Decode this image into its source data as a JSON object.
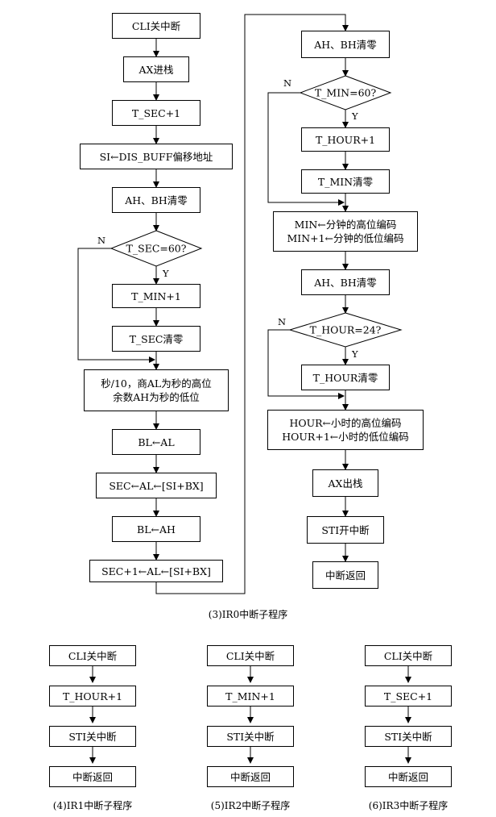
{
  "main": {
    "caption": "(3)IR0中断子程序",
    "left": {
      "cli": "CLI关中断",
      "ax_push": "AX进栈",
      "tsec_inc": "T_SEC+1",
      "si_load": "SI←DIS_BUFF偏移地址",
      "clear1": "AH、BH清零",
      "dec_sec": "T_SEC=60?",
      "tmin_inc": "T_MIN+1",
      "tsec_clear": "T_SEC清零",
      "div_line1": "秒/10，商AL为秒的高位",
      "div_line2": "余数AH为秒的低位",
      "bl_al": "BL←AL",
      "sec_store": "SEC←AL←[SI+BX]",
      "bl_ah": "BL←AH",
      "sec1_store": "SEC+1←AL←[SI+BX]"
    },
    "right": {
      "clear2": "AH、BH清零",
      "dec_min": "T_MIN=60?",
      "thour_inc": "T_HOUR+1",
      "tmin_clear": "T_MIN清零",
      "min_line1": "MIN←分钟的高位编码",
      "min_line2": "MIN+1←分钟的低位编码",
      "clear3": "AH、BH清零",
      "dec_hour": "T_HOUR=24?",
      "thour_clear": "T_HOUR清零",
      "hour_line1": "HOUR←小时的高位编码",
      "hour_line2": "HOUR+1←小时的低位编码",
      "ax_pop": "AX出栈",
      "sti": "STI开中断",
      "ret": "中断返回"
    },
    "yes": "Y",
    "no": "N"
  },
  "ir1": {
    "caption": "(4)IR1中断子程序",
    "cli": "CLI关中断",
    "op": "T_HOUR+1",
    "sti": "STI关中断",
    "ret": "中断返回"
  },
  "ir2": {
    "caption": "(5)IR2中断子程序",
    "cli": "CLI关中断",
    "op": "T_MIN+1",
    "sti": "STI关中断",
    "ret": "中断返回"
  },
  "ir3": {
    "caption": "(6)IR3中断子程序",
    "cli": "CLI关中断",
    "op": "T_SEC+1",
    "sti": "STI关中断",
    "ret": "中断返回"
  }
}
